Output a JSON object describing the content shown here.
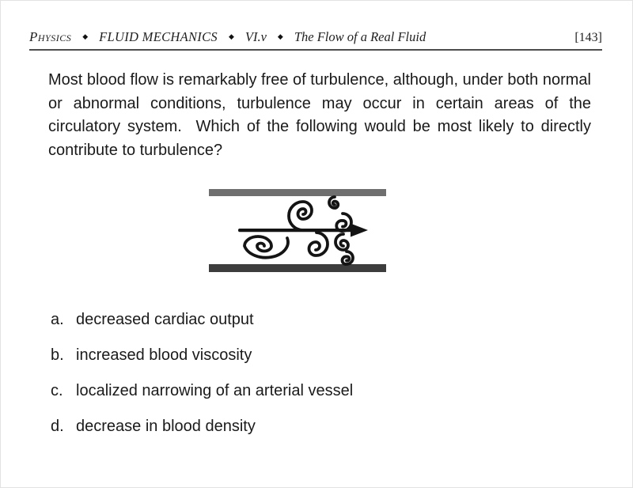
{
  "header": {
    "course": "Physics",
    "separator": "◆",
    "section": "Fluid Mechanics",
    "subsection": "VI.v",
    "topic": "The Flow of a Real Fluid",
    "page_number": "[143]"
  },
  "question": {
    "text": "Most blood flow is remarkably free of turbulence, although, under both normal or abnormal conditions, turbulence may occur in certain areas of the circulatory system.  Which of the following would be most likely to directly contribute to turbulence?"
  },
  "figure": {
    "name": "turbulent-flow-in-vessel",
    "wall_top_color": "#6f6f6f",
    "wall_bottom_color": "#3d3d3d",
    "flow_color": "#141414"
  },
  "options": [
    {
      "letter": "a.",
      "text": "decreased cardiac output"
    },
    {
      "letter": "b.",
      "text": "increased blood viscosity"
    },
    {
      "letter": "c.",
      "text": "localized narrowing of an arterial vessel"
    },
    {
      "letter": "d.",
      "text": "decrease in blood density"
    }
  ]
}
